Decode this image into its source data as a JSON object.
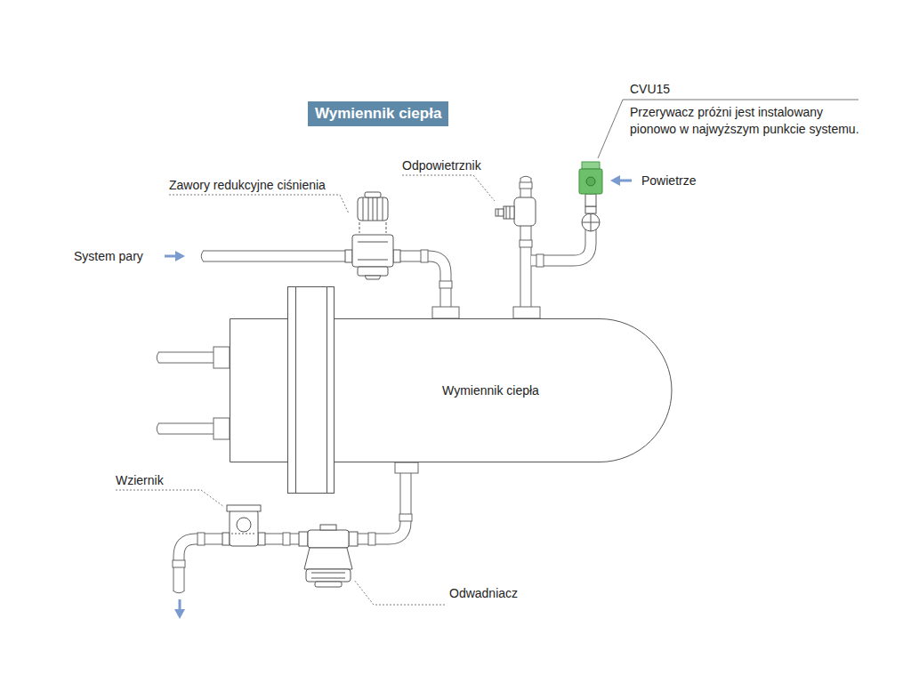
{
  "diagram": {
    "title": "Wymiennik ciepła",
    "nodes": [
      {
        "text": [
          "Wymiennik ciepła"
        ]
      }
    ],
    "labels": [
      "Zawory redukcyjne ciśnienia",
      "System pary",
      "Odpowietrznik",
      "CVU15",
      "Przerywacz próżni jest instalowany pionowo w najwyższym punkcie systemu.",
      "Powietrze",
      "Wziernik",
      "Odwadniacz"
    ]
  }
}
